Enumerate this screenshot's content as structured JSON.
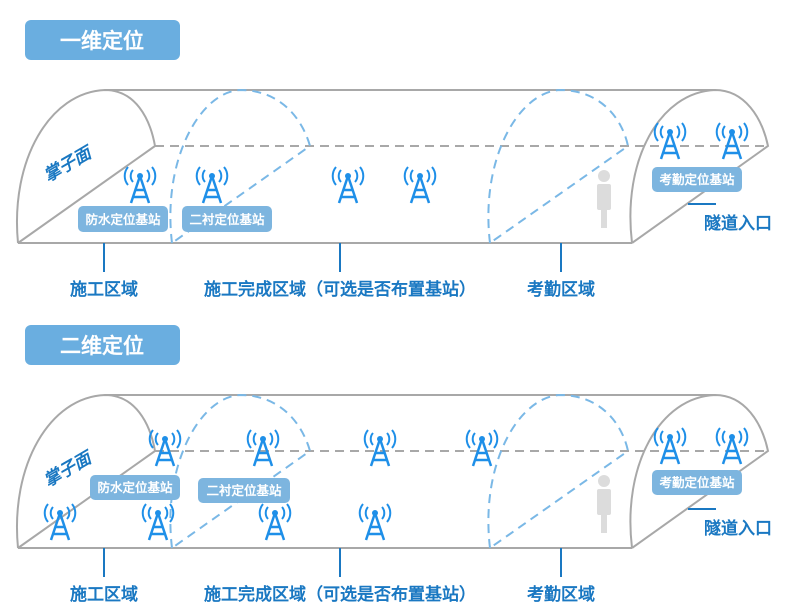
{
  "colors": {
    "title_badge": "#6aaee0",
    "label_badge": "#7db5df",
    "accent_text": "#1a78c2",
    "antenna": "#1e8fe8"
  },
  "panels": [
    {
      "title": "一维定位",
      "face_label": "掌子面",
      "badges": {
        "waterproof": "防水定位基站",
        "lining": "二衬定位基站",
        "attendance": "考勤定位基站"
      },
      "zones": {
        "construction": "施工区域",
        "completed": "施工完成区域（可选是否布置基站）",
        "attendance": "考勤区域",
        "entrance": "隧道入口"
      }
    },
    {
      "title": "二维定位",
      "face_label": "掌子面",
      "badges": {
        "waterproof": "防水定位基站",
        "lining": "二衬定位基站",
        "attendance": "考勤定位基站"
      },
      "zones": {
        "construction": "施工区域",
        "completed": "施工完成区域（可选是否布置基站）",
        "attendance": "考勤区域",
        "entrance": "隧道入口"
      }
    }
  ]
}
